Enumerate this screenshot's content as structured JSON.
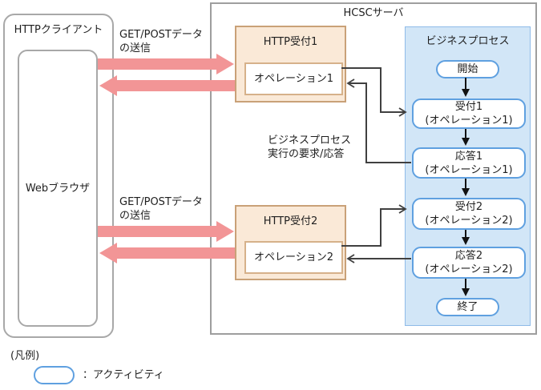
{
  "client": {
    "title": "HTTPクライアント",
    "browser": "Webブラウザ"
  },
  "server": {
    "title": "HCSCサーバ",
    "http_reception_1": {
      "title": "HTTP受付1",
      "operation": "オペレーション1"
    },
    "http_reception_2": {
      "title": "HTTP受付2",
      "operation": "オペレーション2"
    },
    "business_process": {
      "title": "ビジネスプロセス",
      "activities": [
        "開始",
        "受付1\n(オペレーション1)",
        "応答1\n(オペレーション1)",
        "受付2\n(オペレーション2)",
        "応答2\n(オペレーション2)",
        "終了"
      ]
    }
  },
  "labels": {
    "get_post_upper": "GET/POSTデータ\nの送信",
    "get_post_lower": "GET/POSTデータ\nの送信",
    "bp_request_response": "ビジネスプロセス\n実行の要求/応答"
  },
  "legend": {
    "title": "(凡例)",
    "activity_label": "：アクティビティ"
  },
  "colors": {
    "pink_arrow": "#f29596",
    "tan_fill": "#fae9d7",
    "tan_border": "#c9a178",
    "bp_panel_fill": "#d2e6f7",
    "activity_border": "#5fa0e0",
    "connector_line": "#404040",
    "flow_arrow": "#111111",
    "gray_border": "#a8a8a8"
  }
}
